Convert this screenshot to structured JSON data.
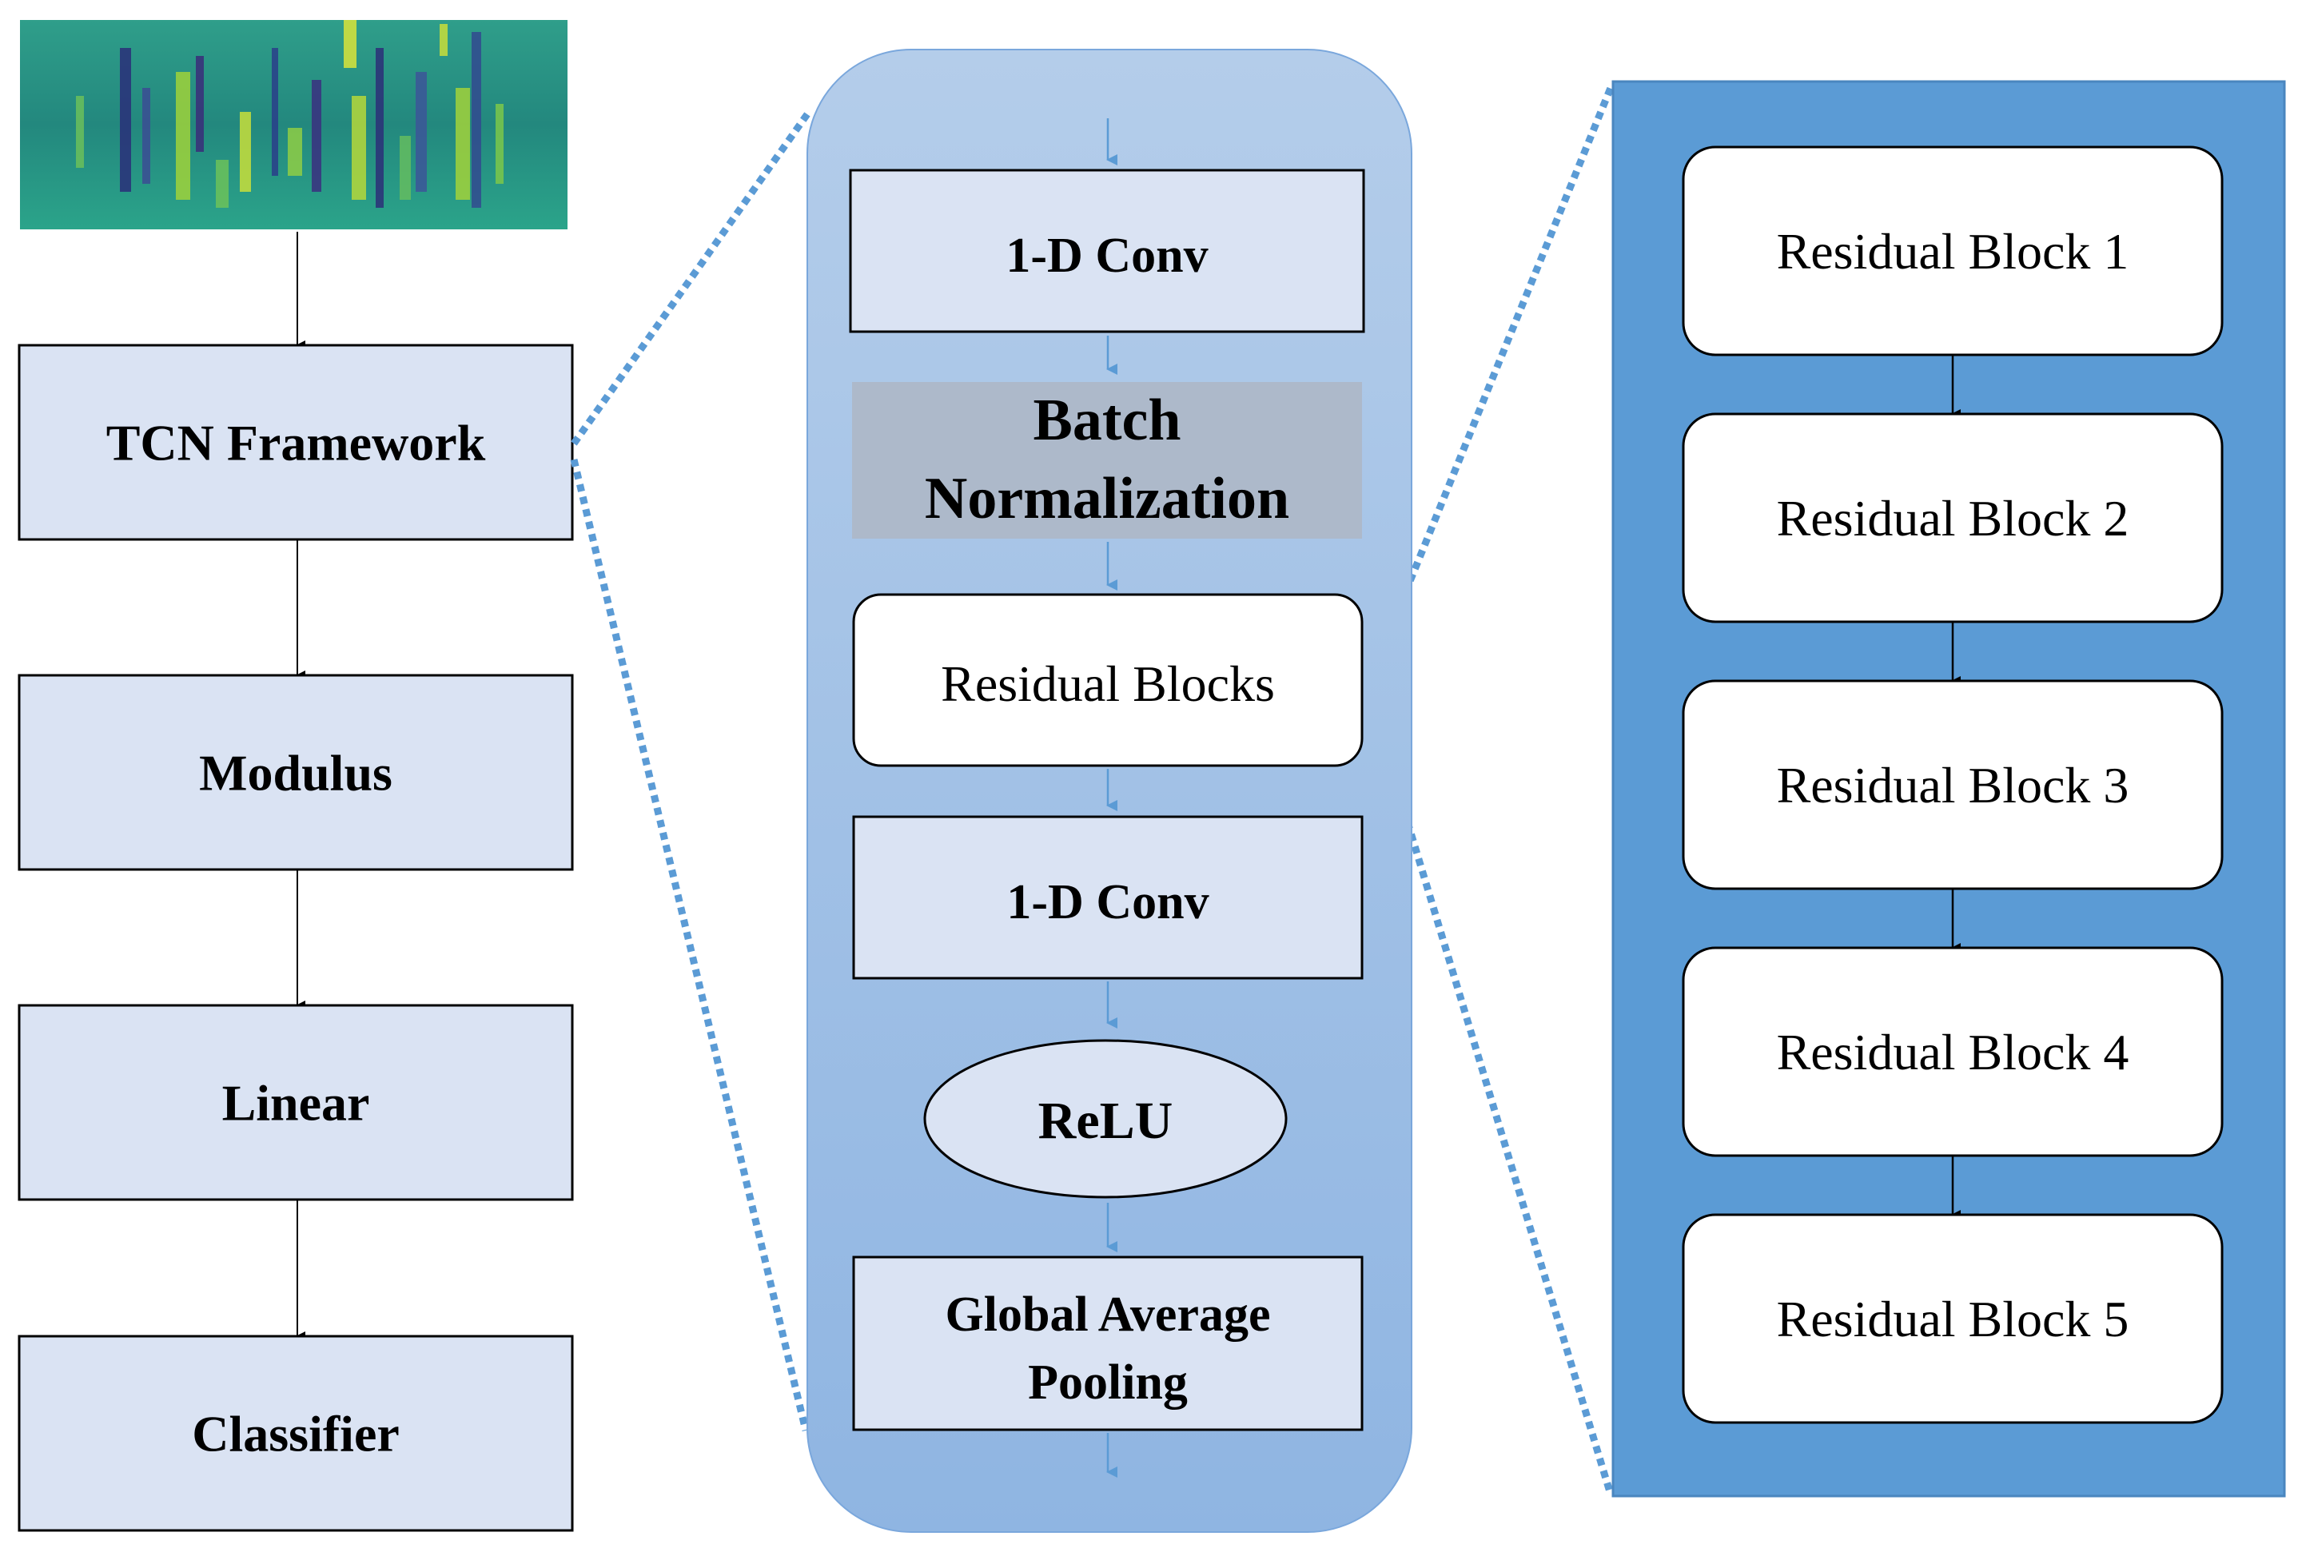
{
  "left_column": {
    "blocks": [
      {
        "label": "TCN Framework"
      },
      {
        "label": "Modulus"
      },
      {
        "label": "Linear"
      },
      {
        "label": "Classifier"
      }
    ]
  },
  "middle_column": {
    "conv_top": "1-D Conv",
    "batch_norm_line1": "Batch",
    "batch_norm_line2": "Normalization",
    "residual_blocks": "Residual Blocks",
    "conv_bottom": "1-D Conv",
    "relu": "ReLU",
    "gap_line1": "Global Average",
    "gap_line2": "Pooling"
  },
  "right_column": {
    "blocks": [
      {
        "label": "Residual Block 1"
      },
      {
        "label": "Residual Block 2"
      },
      {
        "label": "Residual Block 3"
      },
      {
        "label": "Residual Block 4"
      },
      {
        "label": "Residual Block 5"
      }
    ]
  },
  "colors": {
    "box_fill": "#dae3f3",
    "batch_norm_fill": "#adb9ca",
    "middle_panel_top": "#b4cdea",
    "middle_panel_bottom": "#8fb5e2",
    "right_panel": "#5b9bd5",
    "dotted_line": "#5b9bd5",
    "arrow_blue": "#5b9bd5"
  }
}
